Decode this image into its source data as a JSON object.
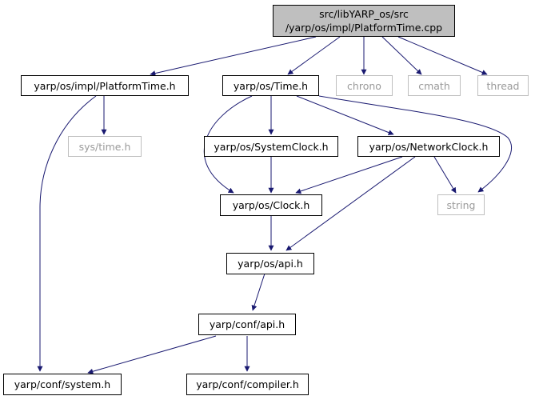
{
  "root": {
    "line1": "src/libYARP_os/src",
    "line2": "/yarp/os/impl/PlatformTime.cpp"
  },
  "nodes": {
    "platformtime_h": "yarp/os/impl/PlatformTime.h",
    "time_h": "yarp/os/Time.h",
    "chrono": "chrono",
    "cmath": "cmath",
    "thread": "thread",
    "sys_time_h": "sys/time.h",
    "systemclock_h": "yarp/os/SystemClock.h",
    "networkclock_h": "yarp/os/NetworkClock.h",
    "string": "string",
    "clock_h": "yarp/os/Clock.h",
    "os_api_h": "yarp/os/api.h",
    "conf_api_h": "yarp/conf/api.h",
    "conf_system_h": "yarp/conf/system.h",
    "conf_compiler_h": "yarp/conf/compiler.h"
  },
  "colors": {
    "edge": "#191970",
    "root_fill": "#bfbfbf",
    "external_border": "#bfbfbf",
    "external_text": "#9a9a9a"
  }
}
